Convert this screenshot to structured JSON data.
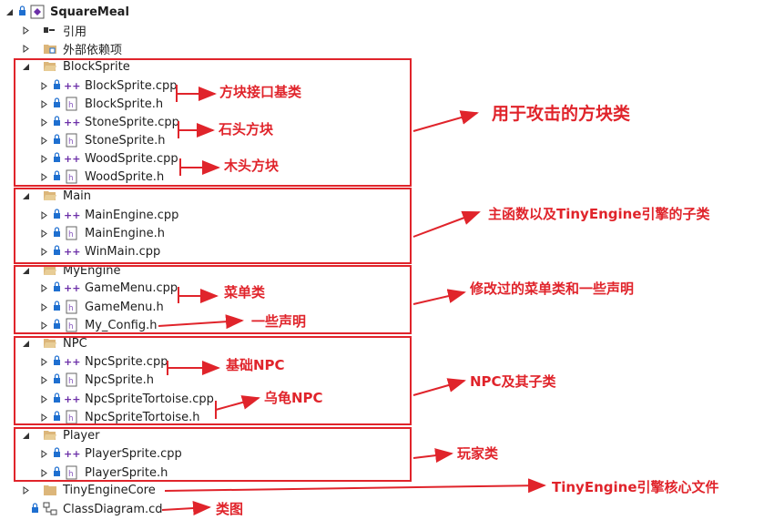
{
  "project": "SquareMeal",
  "references": "引用",
  "external_deps": "外部依赖项",
  "folders": [
    {
      "name": "BlockSprite",
      "files": [
        "BlockSprite.cpp",
        "BlockSprite.h",
        "StoneSprite.cpp",
        "StoneSprite.h",
        "WoodSprite.cpp",
        "WoodSprite.h"
      ]
    },
    {
      "name": "Main",
      "files": [
        "MainEngine.cpp",
        "MainEngine.h",
        "WinMain.cpp"
      ]
    },
    {
      "name": "MyEngine",
      "files": [
        "GameMenu.cpp",
        "GameMenu.h",
        "My_Config.h"
      ]
    },
    {
      "name": "NPC",
      "files": [
        "NpcSprite.cpp",
        "NpcSprite.h",
        "NpcSpriteTortoise.cpp",
        "NpcSpriteTortoise.h"
      ]
    },
    {
      "name": "Player",
      "files": [
        "PlayerSprite.cpp",
        "PlayerSprite.h"
      ]
    }
  ],
  "tiny_engine_core": "TinyEngineCore",
  "class_diagram": "ClassDiagram.cd",
  "annotations": {
    "block_interface": "方块接口基类",
    "stone_block": "石头方块",
    "wood_block": "木头方块",
    "attack_blocks": "用于攻击的方块类",
    "main_desc": "主函数以及TinyEngine引擎的子类",
    "menu_class": "菜单类",
    "some_decl": "一些声明",
    "menu_desc": "修改过的菜单类和一些声明",
    "base_npc": "基础NPC",
    "tortoise_npc": "乌龟NPC",
    "npc_desc": "NPC及其子类",
    "player_desc": "玩家类",
    "core_desc": "TinyEngine引擎核心文件",
    "class_diagram_desc": "类图"
  },
  "colors": {
    "annotation_red": "#e0242b",
    "folder_tan": "#dcb67a",
    "cpp_purple": "#6b2fa8",
    "h_purple": "#8a5cc0",
    "lock_blue": "#1e6fd0"
  }
}
